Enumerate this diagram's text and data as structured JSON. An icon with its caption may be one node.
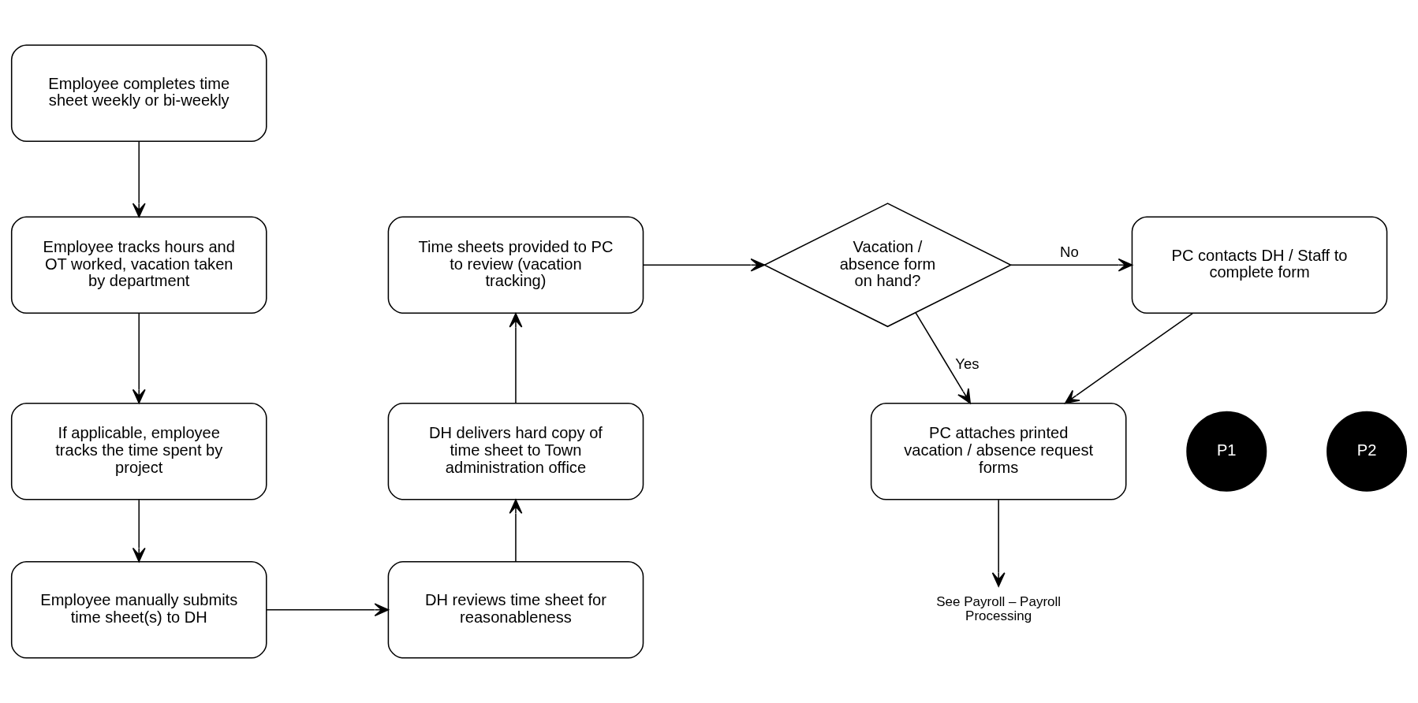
{
  "diagram": {
    "nodes": [
      {
        "text": [
          "Employee completes time sheet weekly or bi-weekly"
        ]
      },
      {
        "text": [
          "Employee tracks hours and OT worked, vacation taken by department"
        ]
      },
      {
        "text": [
          "If applicable, employee tracks the time spent by project"
        ]
      },
      {
        "text": [
          "Employee manually submits time sheet(s) to DH"
        ]
      },
      {
        "text": [
          "DH reviews time sheet for reasonableness"
        ]
      },
      {
        "text": [
          "DH delivers hard copy of time sheet to Town administration office"
        ]
      },
      {
        "text": [
          "P1"
        ]
      },
      {
        "text": [
          "Time sheets provided to PC to review (vacation tracking)"
        ]
      },
      {
        "text": [
          "Vacation / absence form on hand?"
        ]
      },
      {
        "text": [
          "PC contacts DH / Staff to complete form"
        ]
      },
      {
        "text": [
          "PC attaches printed vacation / absence request forms"
        ]
      },
      {
        "text": [
          "P2"
        ]
      },
      {
        "text": [
          "See Payroll – Payroll Processing"
        ]
      }
    ],
    "edges": [
      {
        "from": 0,
        "to": 1,
        "arrow": "to"
      },
      {
        "from": 1,
        "to": 2,
        "arrow": "to"
      },
      {
        "from": 2,
        "to": 3,
        "arrow": "to"
      },
      {
        "from": 3,
        "to": 4,
        "arrow": "to"
      },
      {
        "from": 4,
        "to": 5,
        "arrow": "to"
      },
      {
        "from": 5,
        "to": 7,
        "arrow": "to"
      },
      {
        "from": 7,
        "to": 8,
        "arrow": "to"
      },
      {
        "from": 8,
        "to": 9,
        "label": "No",
        "arrow": "to"
      },
      {
        "from": 8,
        "to": 10,
        "label": "Yes",
        "arrow": "to"
      },
      {
        "from": 9,
        "to": 10,
        "arrow": "to"
      },
      {
        "from": 10,
        "to": 12,
        "arrow": "to"
      }
    ]
  }
}
